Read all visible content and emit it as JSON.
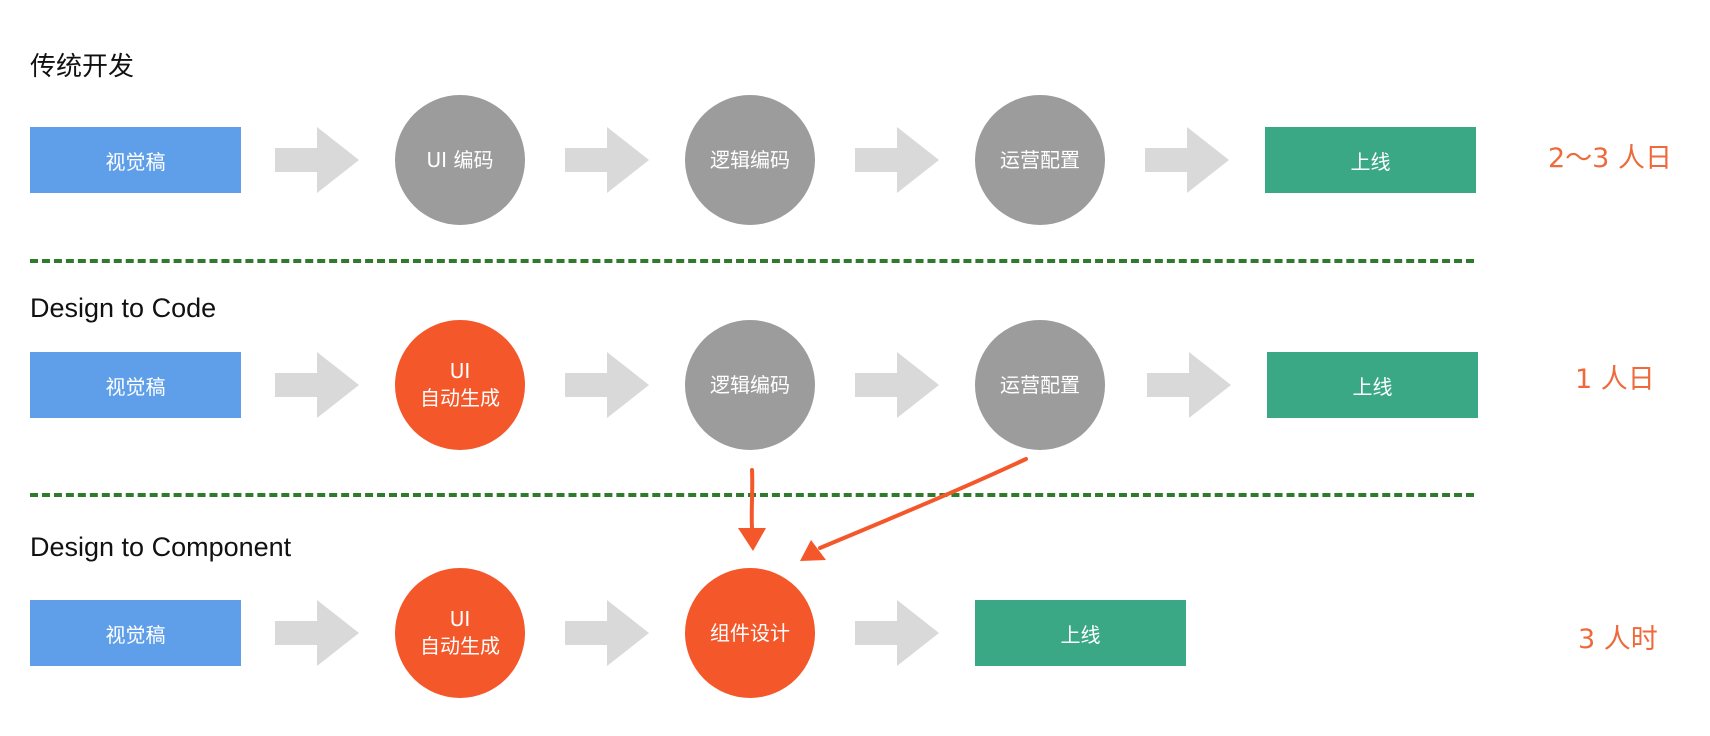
{
  "colors": {
    "blue": "#5f9fea",
    "green": "#3aa885",
    "gray": "#9c9c9c",
    "orange": "#f4572a",
    "arrow_gray": "#d9d9d9",
    "divider": "#2f7a2c",
    "effort_text": "#ee6a3c"
  },
  "rows": [
    {
      "title": "传统开发",
      "steps": [
        "视觉稿",
        "UI 编码",
        "逻辑编码",
        "运营配置",
        "上线"
      ],
      "effort": "2～3 人日"
    },
    {
      "title": "Design to Code",
      "steps": [
        "视觉稿",
        [
          "UI",
          "自动生成"
        ],
        "逻辑编码",
        "运营配置",
        "上线"
      ],
      "effort": "1 人日"
    },
    {
      "title": "Design to Component",
      "steps": [
        "视觉稿",
        [
          "UI",
          "自动生成"
        ],
        "组件设计",
        "上线"
      ],
      "effort": "3 人时"
    }
  ]
}
